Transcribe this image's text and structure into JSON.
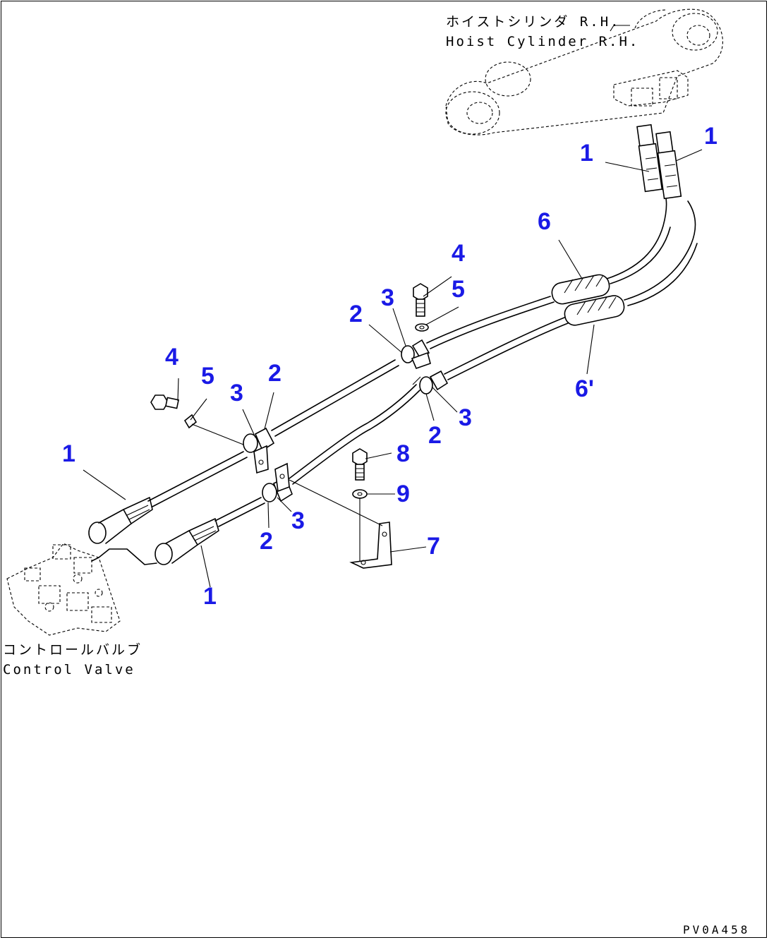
{
  "captions": {
    "hoist_cylinder_jp": "ホイストシリンダ R.H.",
    "hoist_cylinder_en": "Hoist Cylinder R.H.",
    "control_valve_jp": "コントロールバルブ",
    "control_valve_en": "Control Valve"
  },
  "drawing_code": "PV0A458",
  "callouts": [
    {
      "id": "c1",
      "label": "1"
    },
    {
      "id": "c2",
      "label": "1"
    },
    {
      "id": "c3",
      "label": "6"
    },
    {
      "id": "c4",
      "label": "4"
    },
    {
      "id": "c5",
      "label": "5"
    },
    {
      "id": "c6",
      "label": "3"
    },
    {
      "id": "c7",
      "label": "2"
    },
    {
      "id": "c8",
      "label": "4"
    },
    {
      "id": "c9",
      "label": "5"
    },
    {
      "id": "c10",
      "label": "2"
    },
    {
      "id": "c11",
      "label": "3"
    },
    {
      "id": "c12",
      "label": "6'"
    },
    {
      "id": "c13",
      "label": "3"
    },
    {
      "id": "c14",
      "label": "2"
    },
    {
      "id": "c15",
      "label": "1"
    },
    {
      "id": "c16",
      "label": "8"
    },
    {
      "id": "c17",
      "label": "9"
    },
    {
      "id": "c18",
      "label": "3"
    },
    {
      "id": "c19",
      "label": "2"
    },
    {
      "id": "c20",
      "label": "7"
    },
    {
      "id": "c21",
      "label": "1"
    }
  ],
  "colors": {
    "callout": "#1a1ae6",
    "line": "#000000",
    "background": "#ffffff"
  }
}
